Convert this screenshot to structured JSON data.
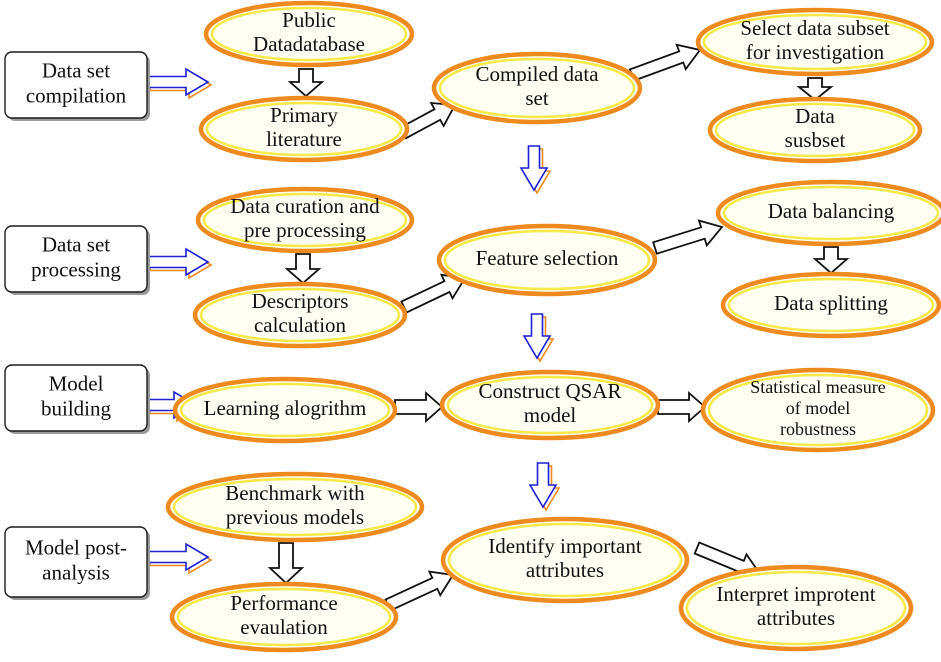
{
  "stages": [
    {
      "id": "compilation",
      "lines": [
        "Data set",
        "compilation"
      ]
    },
    {
      "id": "processing",
      "lines": [
        "Data set",
        "processing"
      ]
    },
    {
      "id": "building",
      "lines": [
        "Model",
        "building"
      ]
    },
    {
      "id": "post",
      "lines": [
        "Model post-",
        "analysis"
      ]
    }
  ],
  "nodes": {
    "public_db": [
      "Public",
      "Datadatabase"
    ],
    "primary_lit": [
      "Primary",
      "literature"
    ],
    "compiled": [
      "Compiled data",
      "set"
    ],
    "select_subset": [
      "Select data subset",
      "for investigation"
    ],
    "data_subset": [
      "Data",
      "susbset"
    ],
    "curation": [
      "Data curation and",
      "pre processing"
    ],
    "descriptors": [
      "Descriptors",
      "calculation"
    ],
    "feature": [
      "Feature selection"
    ],
    "balancing": [
      "Data balancing"
    ],
    "splitting": [
      "Data splitting"
    ],
    "learning": [
      "Learning alogrithm"
    ],
    "qsar": [
      "Construct QSAR",
      "model"
    ],
    "robustness": [
      "Statistical measure",
      "of model",
      "robustness"
    ],
    "benchmark": [
      "Benchmark with",
      "previous  models"
    ],
    "performance": [
      "Performance",
      "evaulation"
    ],
    "identify": [
      "Identify important",
      "attributes"
    ],
    "interpret": [
      "Interpret improtent",
      "attributes"
    ]
  },
  "colors": {
    "ellipse_border": "#ef8a1e",
    "ellipse_inner_ring": "#f5ea4a",
    "ellipse_fill": "#fffef2",
    "blue_arrow": "#1b1fd6"
  }
}
